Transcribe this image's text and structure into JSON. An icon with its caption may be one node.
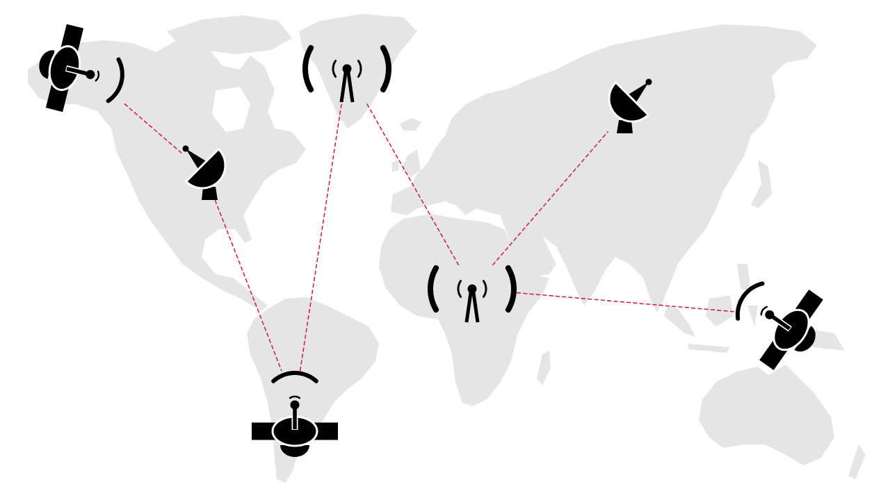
{
  "diagram": {
    "nodes": [
      {
        "text": [],
        "shape": "picture"
      },
      {
        "text": [],
        "shape": "picture"
      },
      {
        "text": [],
        "shape": "picture"
      },
      {
        "text": [],
        "shape": "picture"
      },
      {
        "text": [],
        "shape": "picture"
      },
      {
        "text": [],
        "shape": "picture"
      },
      {
        "text": [],
        "shape": "picture"
      }
    ],
    "edges": [
      {
        "from": 0,
        "to": 3,
        "arrow": "none",
        "style": "dashed"
      },
      {
        "from": 3,
        "to": 6,
        "arrow": "none",
        "style": "dashed"
      },
      {
        "from": 6,
        "to": 1,
        "arrow": "none",
        "style": "dashed"
      },
      {
        "from": 1,
        "to": 4,
        "arrow": "none",
        "style": "dashed"
      },
      {
        "from": 4,
        "to": 2,
        "arrow": "none",
        "style": "dashed"
      },
      {
        "from": 4,
        "to": 5,
        "arrow": "none",
        "style": "dashed"
      }
    ]
  }
}
